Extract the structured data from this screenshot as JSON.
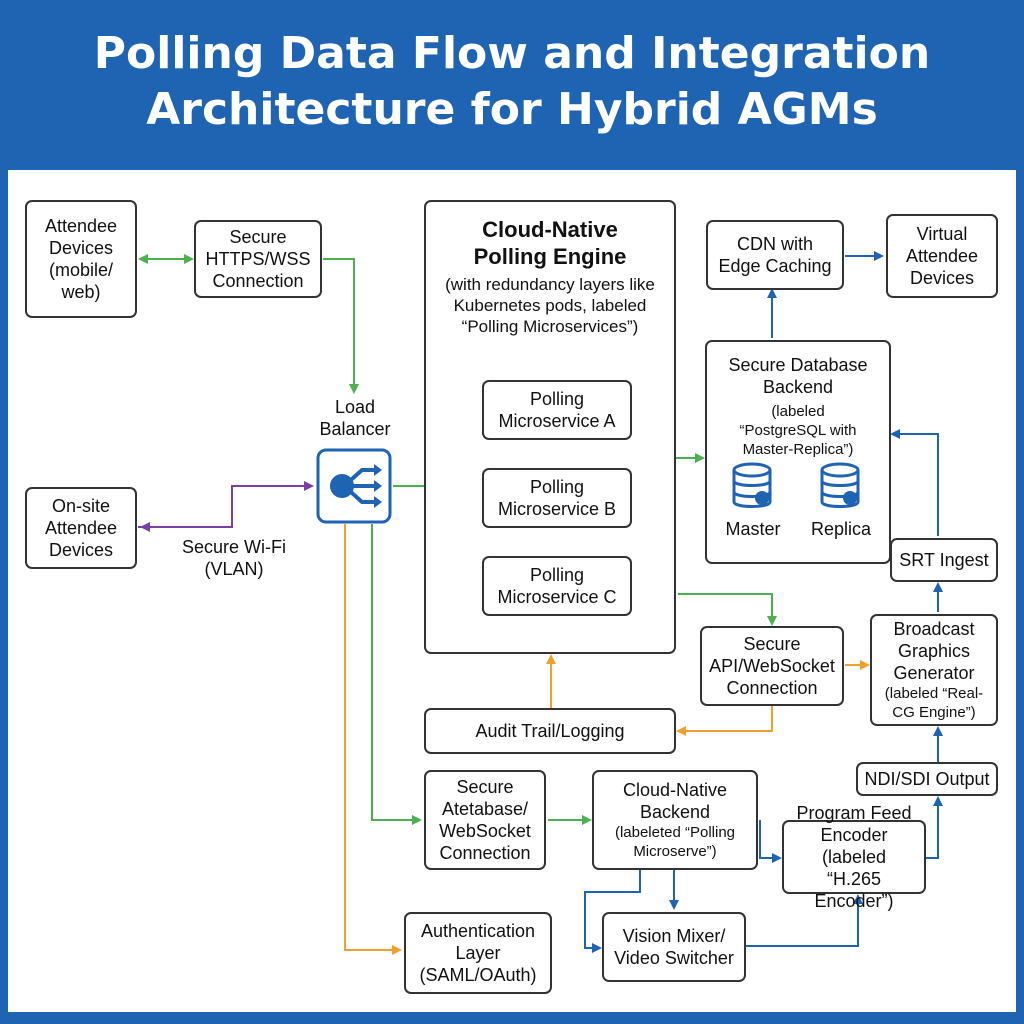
{
  "title": {
    "line1": "Polling Data Flow and Integration",
    "line2": "Architecture for Hybrid AGMs"
  },
  "colors": {
    "banner": "#1f63b3",
    "green": "#4caf50",
    "blue": "#1f63b3",
    "purple": "#7b3fa6",
    "orange": "#f0a030"
  },
  "nodes": {
    "attendee_devices": [
      "Attendee",
      "Devices",
      "(mobile/",
      "web)"
    ],
    "secure_https": [
      "Secure",
      "HTTPS/WSS",
      "Connection"
    ],
    "load_balancer": [
      "Load",
      "Balancer"
    ],
    "onsite_devices": [
      "On-site",
      "Attendee",
      "Devices"
    ],
    "secure_wifi": [
      "Secure Wi-Fi",
      "(VLAN)"
    ],
    "engine": {
      "title": [
        "Cloud-Native",
        "Polling Engine"
      ],
      "subtitle": [
        "(with redundancy layers like",
        "Kubernetes pods, labeled",
        "“Polling Microservices”)"
      ]
    },
    "ms_a": [
      "Polling",
      "Microservice A"
    ],
    "ms_b": [
      "Polling",
      "Microservice B"
    ],
    "ms_c": [
      "Polling",
      "Microservice C"
    ],
    "cdn": [
      "CDN with",
      "Edge Caching"
    ],
    "virtual_devices": [
      "Virtual",
      "Attendee",
      "Devices"
    ],
    "database": {
      "title": [
        "Secure Database",
        "Backend"
      ],
      "subtitle": [
        "(labeled",
        "“PostgreSQL with",
        "Master-Replica”)"
      ],
      "master": "Master",
      "replica": "Replica"
    },
    "srt_ingest": "SRT Ingest",
    "broadcast_graphics": [
      "Broadcast",
      "Graphics",
      "Generator"
    ],
    "broadcast_graphics_sub": [
      "(labeled “Real-",
      "CG Engine”)"
    ],
    "secure_api": [
      "Secure",
      "API/WebSocket",
      "Connection"
    ],
    "audit_trail": "Audit Trail/Logging",
    "secure_atetabase": [
      "Secure",
      "Atetabase/",
      "WebSocket",
      "Connection"
    ],
    "cloud_backend": [
      "Cloud-Native",
      "Backend"
    ],
    "cloud_backend_sub": [
      "(labeleted “Polling",
      "Microserve”)"
    ],
    "program_feed": [
      "Program Feed",
      "Encoder (labeled",
      "“H.265 Encoder”)"
    ],
    "ndi_sdi": "NDI/SDI Output",
    "vision_mixer": [
      "Vision Mixer/",
      "Video Switcher"
    ],
    "auth_layer": [
      "Authentication",
      "Layer",
      "(SAML/OAuth)"
    ]
  }
}
